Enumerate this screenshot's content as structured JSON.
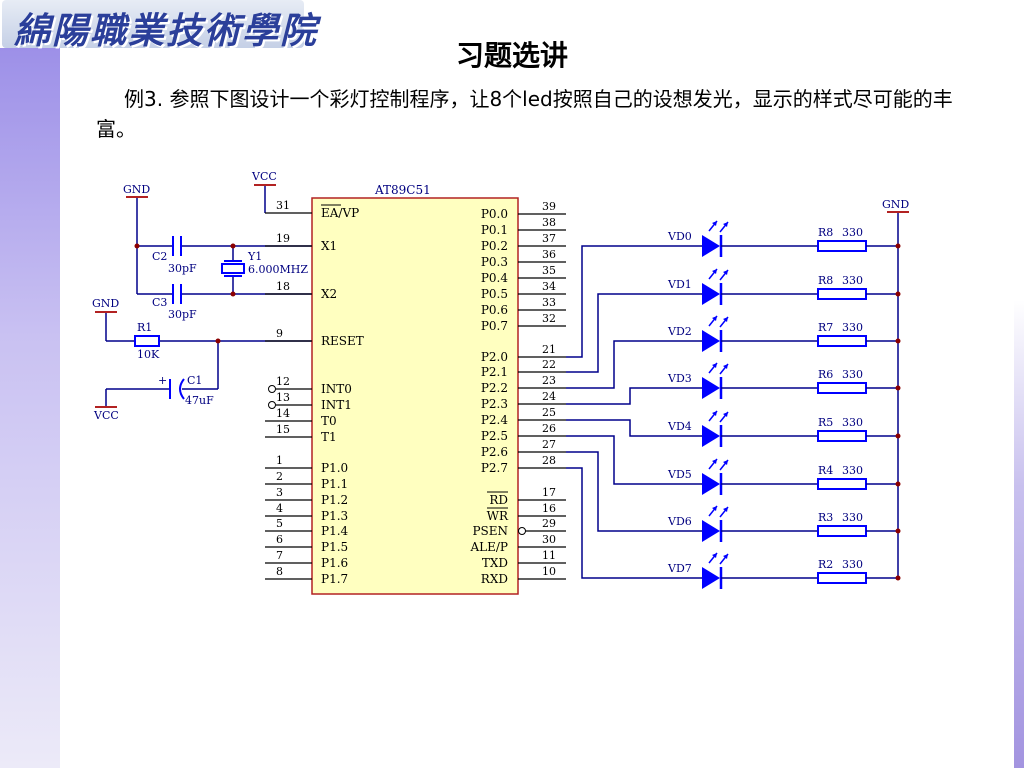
{
  "logo": {
    "text": "綿陽職業技術學院"
  },
  "slide": {
    "title": "习题选讲",
    "body": "例3. 参照下图设计一个彩灯控制程序，让8个led按照自己的设想发光，显示的样式尽可能的丰富。"
  },
  "schematic": {
    "chip_name": "AT89C51",
    "left_pins": [
      {
        "num": "31",
        "label": "EA/VP"
      },
      {
        "num": "19",
        "label": "X1"
      },
      {
        "num": "18",
        "label": "X2"
      },
      {
        "num": "9",
        "label": "RESET"
      },
      {
        "num": "12",
        "label": "INT0"
      },
      {
        "num": "13",
        "label": "INT1"
      },
      {
        "num": "14",
        "label": "T0"
      },
      {
        "num": "15",
        "label": "T1"
      },
      {
        "num": "1",
        "label": "P1.0"
      },
      {
        "num": "2",
        "label": "P1.1"
      },
      {
        "num": "3",
        "label": "P1.2"
      },
      {
        "num": "4",
        "label": "P1.3"
      },
      {
        "num": "5",
        "label": "P1.4"
      },
      {
        "num": "6",
        "label": "P1.5"
      },
      {
        "num": "7",
        "label": "P1.6"
      },
      {
        "num": "8",
        "label": "P1.7"
      }
    ],
    "right_pins": [
      {
        "num": "39",
        "label": "P0.0"
      },
      {
        "num": "38",
        "label": "P0.1"
      },
      {
        "num": "37",
        "label": "P0.2"
      },
      {
        "num": "36",
        "label": "P0.3"
      },
      {
        "num": "35",
        "label": "P0.4"
      },
      {
        "num": "34",
        "label": "P0.5"
      },
      {
        "num": "33",
        "label": "P0.6"
      },
      {
        "num": "32",
        "label": "P0.7"
      },
      {
        "num": "21",
        "label": "P2.0"
      },
      {
        "num": "22",
        "label": "P2.1"
      },
      {
        "num": "23",
        "label": "P2.2"
      },
      {
        "num": "24",
        "label": "P2.3"
      },
      {
        "num": "25",
        "label": "P2.4"
      },
      {
        "num": "26",
        "label": "P2.5"
      },
      {
        "num": "27",
        "label": "P2.6"
      },
      {
        "num": "28",
        "label": "P2.7"
      },
      {
        "num": "17",
        "label": "RD"
      },
      {
        "num": "16",
        "label": "WR"
      },
      {
        "num": "29",
        "label": "PSEN"
      },
      {
        "num": "30",
        "label": "ALE/P"
      },
      {
        "num": "11",
        "label": "TXD"
      },
      {
        "num": "10",
        "label": "RXD"
      }
    ],
    "leds": [
      "VD0",
      "VD1",
      "VD2",
      "VD3",
      "VD4",
      "VD5",
      "VD6",
      "VD7"
    ],
    "resistors": [
      {
        "name": "R8",
        "value": "330"
      },
      {
        "name": "R8",
        "value": "330"
      },
      {
        "name": "R7",
        "value": "330"
      },
      {
        "name": "R6",
        "value": "330"
      },
      {
        "name": "R5",
        "value": "330"
      },
      {
        "name": "R4",
        "value": "330"
      },
      {
        "name": "R3",
        "value": "330"
      },
      {
        "name": "R2",
        "value": "330"
      }
    ],
    "labels": {
      "vcc_top": "VCC",
      "gnd_left": "GND",
      "gnd_reset": "GND",
      "vcc_bottom": "VCC",
      "gnd_right": "GND",
      "c2_name": "C2",
      "c2_value": "30pF",
      "c3_name": "C3",
      "c3_value": "30pF",
      "y1_name": "Y1",
      "y1_value": "6.000MHZ",
      "r1_name": "R1",
      "r1_value": "10K",
      "c1_polarity": "+",
      "c1_name": "C1",
      "c1_value": "47uF"
    }
  },
  "colors": {
    "chip_fill": "#ffffc0",
    "chip_stroke": "#b22222",
    "wire": "#00008b",
    "led": "#0000ff",
    "dot": "#8b0000",
    "text": "#000080"
  }
}
